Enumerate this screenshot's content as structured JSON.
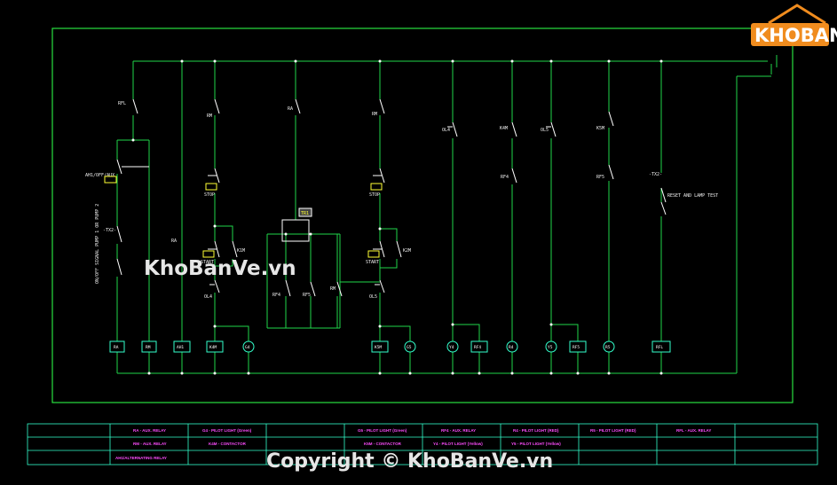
{
  "logo": {
    "text": "KHOBANVE",
    "colors": {
      "orange": "#f08c1e",
      "roof": "#3a3a3a"
    }
  },
  "watermark": {
    "center": "KhoBanVe.vn",
    "bottom": "Copyright © KhoBanVe.vn"
  },
  "colors": {
    "wire": "#1fd64a",
    "frame": "#28e040",
    "coil": "#33ffcc",
    "label": "#ffffff",
    "magenta": "#ff4dff"
  },
  "diagram": {
    "columns": [
      {
        "top_contact": "RFL",
        "mid_label": "ON/OFF SIGNAL PUMP 1 OR PUMP 2",
        "selector": "AH1/OFF/AUX",
        "tx": "-TX2-",
        "coil": "RA"
      },
      {
        "top_contact": "",
        "coil": "RM"
      },
      {
        "top_contact": "",
        "mid_label": "RA",
        "coil": "AH1"
      },
      {
        "top_contact": "RM",
        "ol": "OL4",
        "start": "START",
        "stop": "STOP",
        "seal": "K1M",
        "coil": "K4M",
        "lamp": "G4"
      },
      {
        "top_contact": "RA",
        "timer": "TR1",
        "parallel": [
          "RF4",
          "RF5",
          "RM"
        ]
      },
      {
        "top_contact": "RM",
        "ol": "OL5",
        "start": "START",
        "stop": "STOP",
        "seal": "K2M",
        "coil": "K5M",
        "lamp": "G5"
      },
      {
        "top_contact": "OL4",
        "coil": "RF4",
        "lamp": "Y4"
      },
      {
        "top_contact": "K4M",
        "mid": "RF4",
        "lamp": "R4"
      },
      {
        "top_contact": "OL5",
        "coil": "RF5",
        "lamp": "Y5"
      },
      {
        "top_contact": "K5M",
        "mid": "RF5",
        "lamp": "R5"
      },
      {
        "top_contact": "",
        "tx": "-TX2-",
        "note": "RESET AND LAMP TEST",
        "coil": "RFL"
      }
    ],
    "coil_labels": [
      "RA",
      "RM",
      "AH1",
      "K4M",
      "G4",
      "K5M",
      "G5",
      "Y4",
      "RF4",
      "R4",
      "Y5",
      "RF5",
      "R5",
      "RFL"
    ]
  },
  "legend": {
    "rows": [
      [
        "",
        "RA - AUX. RELAY",
        "G4 - PILOT LIGHT (Green)",
        "",
        "G5 - PILOT LIGHT (Green)",
        "RF4 - AUX. RELAY",
        "R4 - PILOT LIGHT (RED)",
        "R5 - PILOT LIGHT (RED)",
        "RFL - AUX. RELAY",
        ""
      ],
      [
        "",
        "RM - AUX. RELAY",
        "K4M - CONTACTOR",
        "",
        "K5M - CONTACTOR",
        "Y4 - PILOT LIGHT (Yellow)",
        "Y5 - PILOT LIGHT (Yellow)",
        "",
        "",
        ""
      ],
      [
        "",
        "AH1/ALTERNATING RELAY",
        "",
        "",
        "",
        "",
        "",
        "",
        "",
        ""
      ]
    ]
  }
}
